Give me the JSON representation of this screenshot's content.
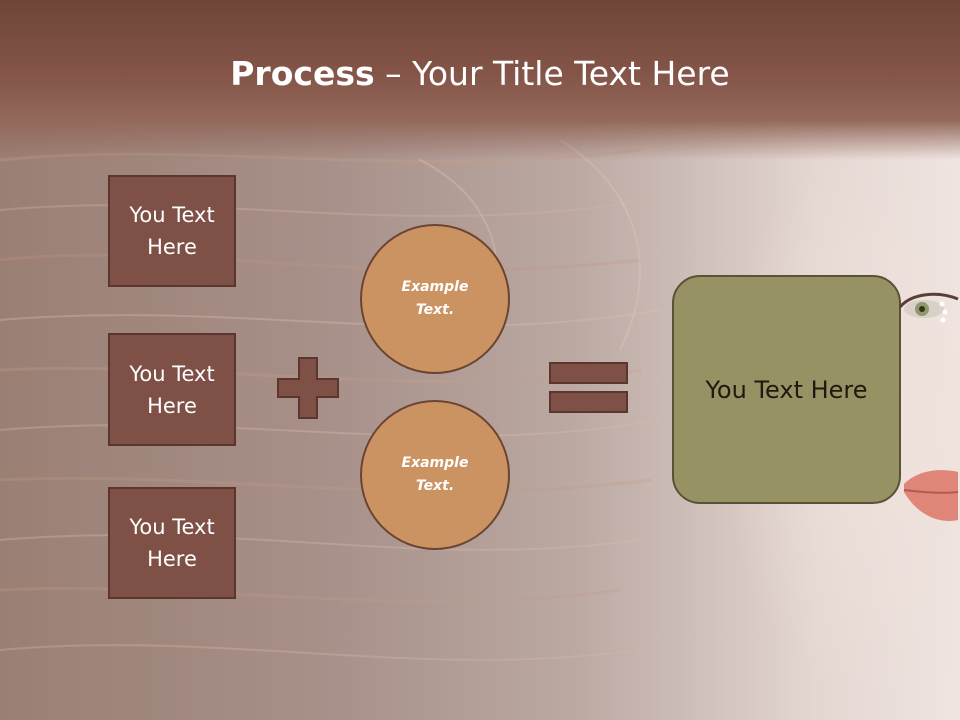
{
  "slide": {
    "title_bold": "Process",
    "title_separator": " – ",
    "title_rest": "Your Title Text Here"
  },
  "left_boxes": [
    {
      "label": "You Text Here"
    },
    {
      "label": "You Text Here"
    },
    {
      "label": "You Text Here"
    }
  ],
  "circles": [
    {
      "label": "Example Text."
    },
    {
      "label": "Example Text."
    }
  ],
  "result": {
    "label": "You Text Here"
  },
  "colors": {
    "header": "#7b4c40",
    "box_fill": "#7e5046",
    "circle_fill": "#cc9362",
    "result_fill": "#979263",
    "operator_fill": "#7e5046"
  },
  "icons": {
    "plus": "plus-icon",
    "equals": "equals-icon"
  }
}
